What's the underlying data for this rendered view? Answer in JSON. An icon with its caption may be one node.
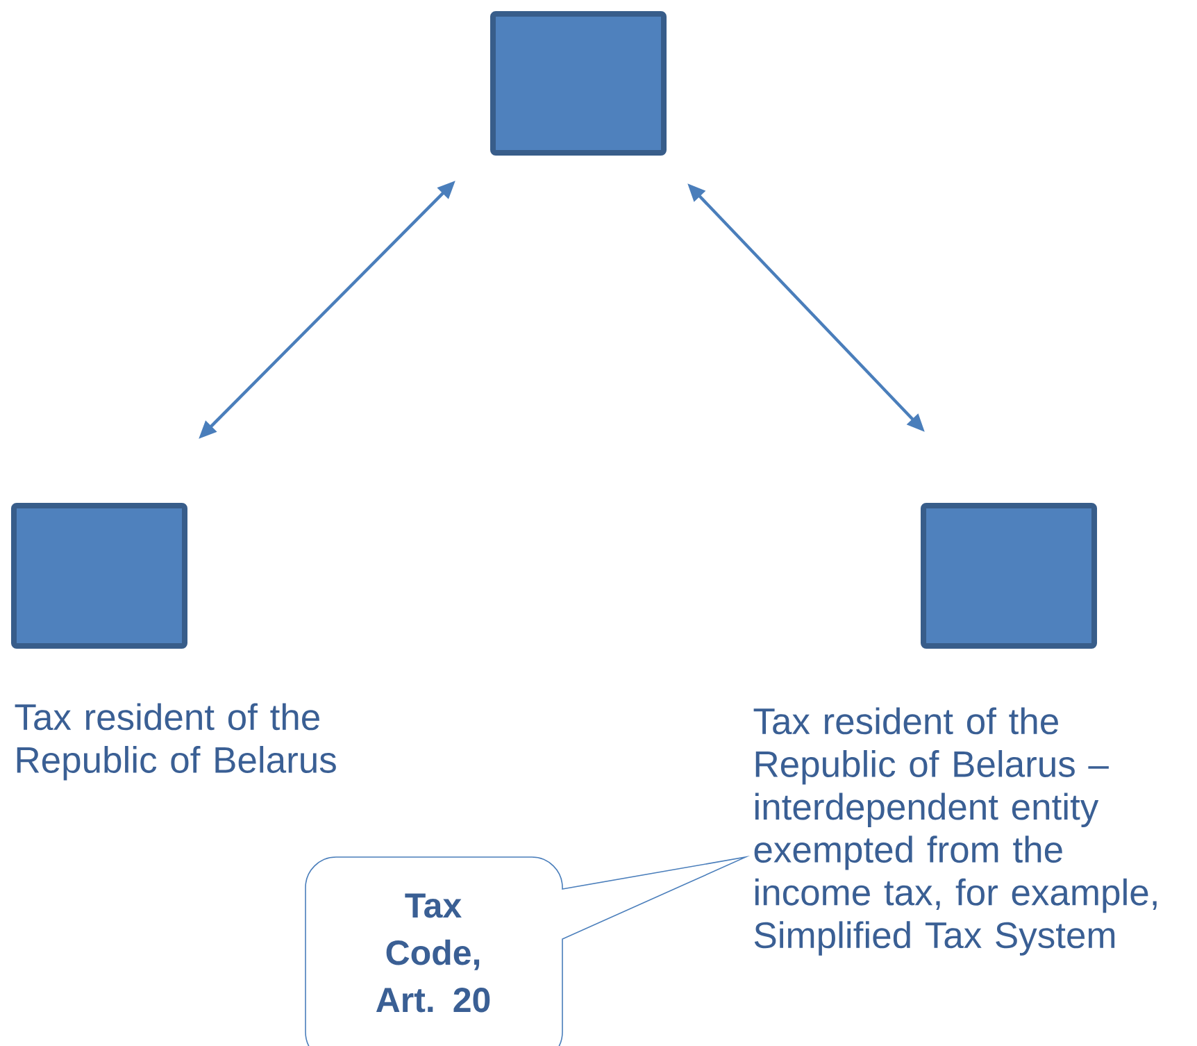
{
  "diagram": {
    "nodes": [
      {
        "text": [],
        "shape": "box"
      },
      {
        "text": [],
        "shape": "box",
        "beside": [
          "Tax resident of the Republic of Belarus"
        ]
      },
      {
        "text": [],
        "shape": "box"
      },
      {
        "text": [
          "Tax Code, Art. 20"
        ]
      }
    ],
    "edges": [
      {
        "from": 0,
        "to": 1,
        "arrow": "both"
      },
      {
        "from": 0,
        "to": 2,
        "arrow": "both"
      }
    ],
    "labels": [
      "Tax resident of the Republic of Belarus – interdependent entity exempted from the income tax, for example, Simplified Tax System"
    ]
  }
}
